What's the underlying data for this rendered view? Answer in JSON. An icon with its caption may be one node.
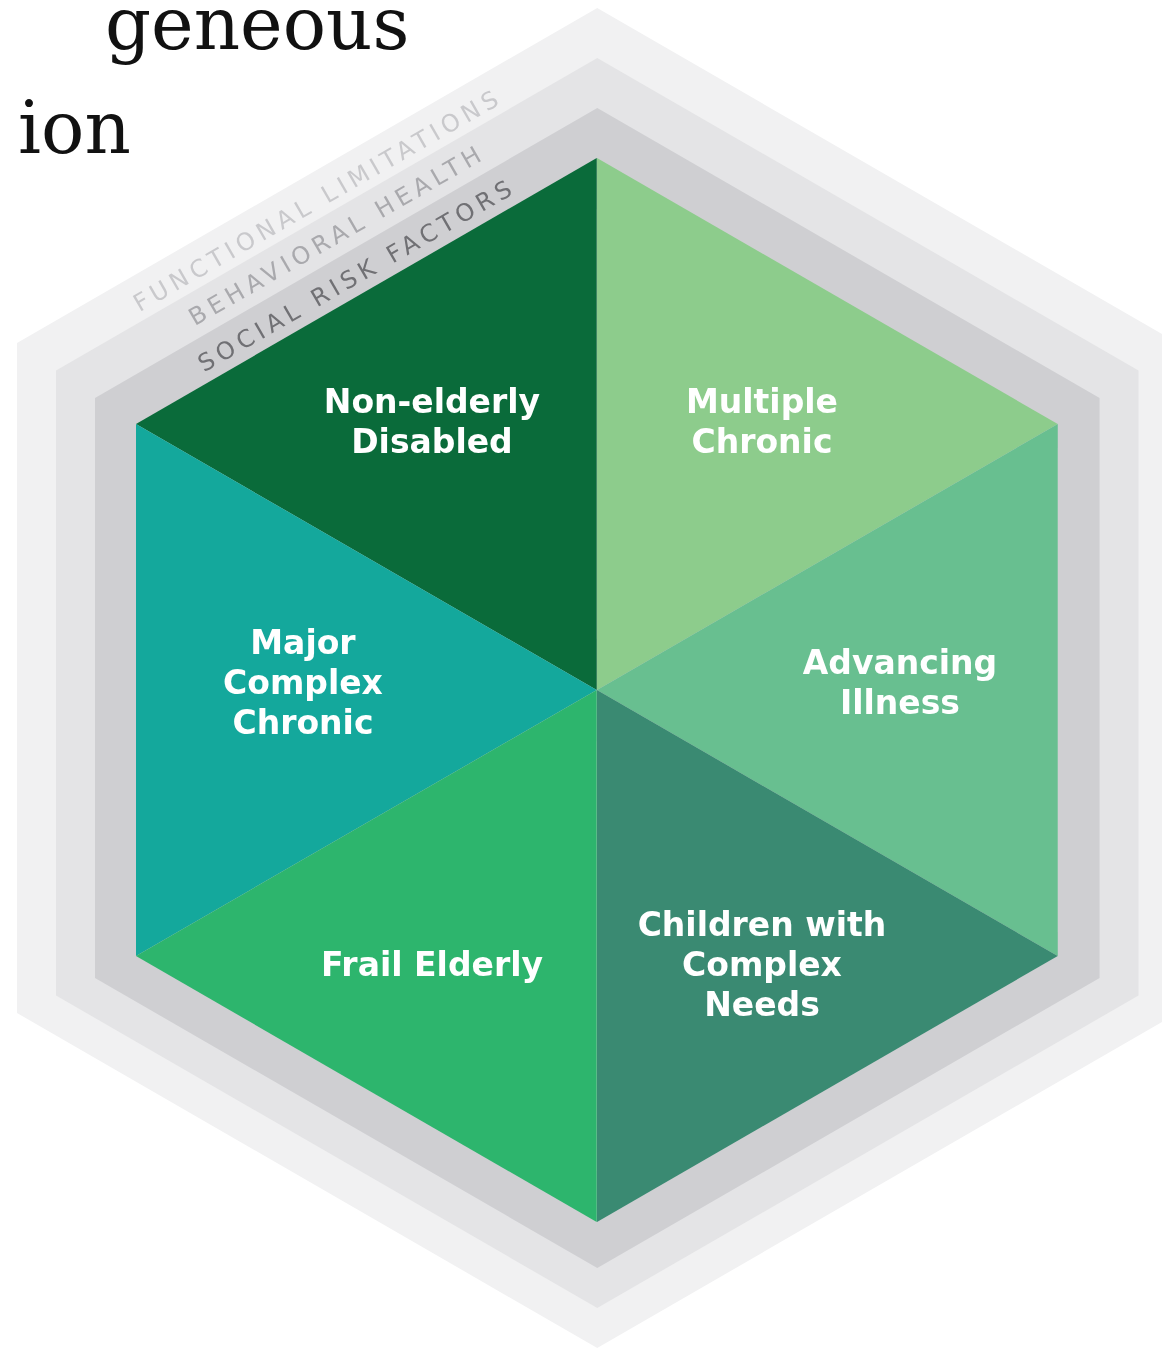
{
  "diagram": {
    "nodes": [
      {
        "text": [
          "FUNCTIONAL LIMITATIONS"
        ]
      },
      {
        "text": [
          "BEHAVIORAL HEALTH"
        ],
        "in": 0
      },
      {
        "text": [
          "SOCIAL RISK FACTORS"
        ],
        "in": 1
      },
      {
        "text": [
          "Non-elderly Disabled"
        ],
        "in": 2
      },
      {
        "text": [
          "Multiple Chronic"
        ],
        "in": 2
      },
      {
        "text": [
          "Major Complex Chronic"
        ],
        "in": 2
      },
      {
        "text": [
          "Advancing Illness"
        ],
        "in": 2
      },
      {
        "text": [
          "Frail Elderly"
        ],
        "in": 2
      },
      {
        "text": [
          "Children with Complex Needs"
        ],
        "in": 2
      }
    ],
    "edges": [],
    "labels": [
      "geneous",
      "ion"
    ]
  }
}
